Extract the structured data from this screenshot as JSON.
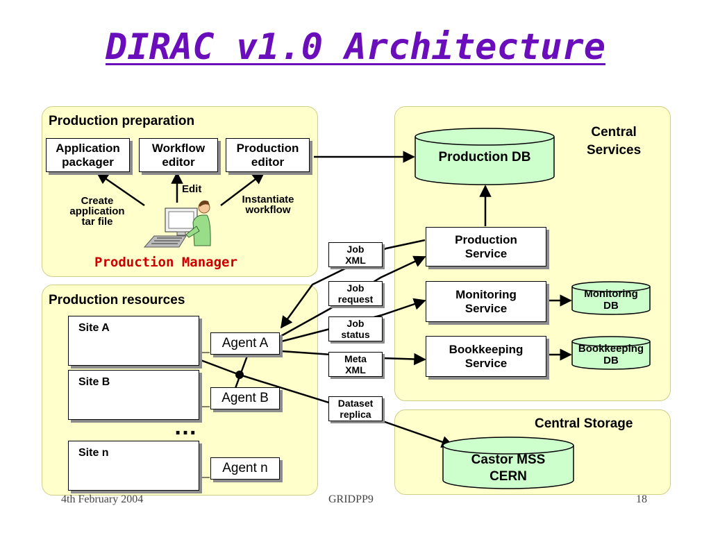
{
  "title": "DIRAC v1.0 Architecture",
  "panels": {
    "preparation": "Production preparation",
    "resources": "Production resources",
    "central_services": "Central\nServices",
    "central_storage": "Central Storage"
  },
  "tools": {
    "app_packager": "Application\npackager",
    "workflow_editor": "Workflow\neditor",
    "production_editor": "Production\neditor"
  },
  "actions": {
    "create_tar": "Create\napplication\ntar file",
    "edit": "Edit",
    "instantiate": "Instantiate\nworkflow"
  },
  "production_manager": "Production Manager",
  "services": {
    "production_db": "Production DB",
    "production_service": "Production\nService",
    "monitoring_service": "Monitoring\nService",
    "bookkeeping_service": "Bookkeeping\nService",
    "monitoring_db": "Monitoring\nDB",
    "bookkeeping_db": "Bookkeeping\nDB",
    "castor": "Castor MSS\nCERN"
  },
  "messages": {
    "job_xml": "Job\nXML",
    "job_request": "Job\nrequest",
    "job_status": "Job\nstatus",
    "meta_xml": "Meta\nXML",
    "dataset_replica": "Dataset\nreplica"
  },
  "sites": {
    "a": "Site A",
    "b": "Site B",
    "n": "Site n",
    "ellipsis": "…"
  },
  "agents": {
    "a": "Agent A",
    "b": "Agent B",
    "n": "Agent n"
  },
  "footer": {
    "date": "4th February 2004",
    "event": "GRIDPP9",
    "page": "18"
  },
  "colors": {
    "title": "#6a0dbb",
    "panel": "#ffffcc",
    "cylinder": "#ccffcc",
    "manager_label": "#cc0000"
  }
}
